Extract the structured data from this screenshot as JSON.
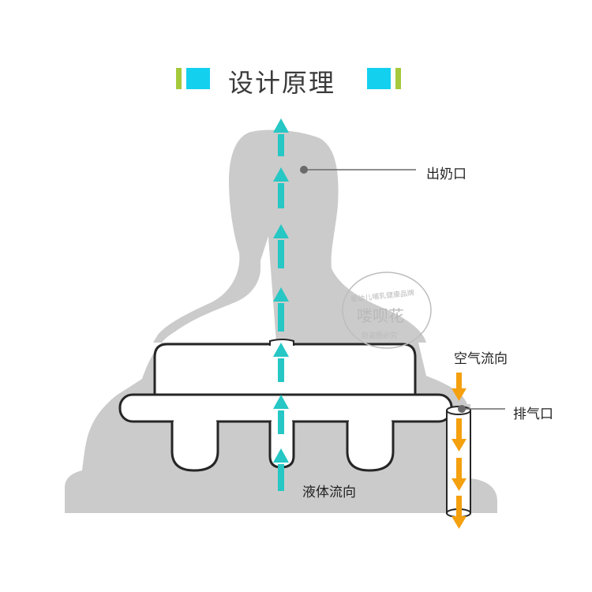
{
  "title": {
    "text": "设计原理",
    "accent_green": "#a6c93c",
    "accent_cyan": "#14d0ef"
  },
  "labels": {
    "milk_outlet": "出奶口",
    "air_flow": "空气流向",
    "air_vent": "排气口",
    "liquid_flow": "液体流向"
  },
  "watermark": {
    "line1": "婴幼儿哺乳健康品牌",
    "line2": "喽呗花",
    "line3": "防盗图必究"
  },
  "colors": {
    "silhouette": "#cbcbcb",
    "liquid_arrow": "#26c7c4",
    "air_arrow": "#f5a00e",
    "outline": "#262626",
    "pointer": "#6a6a6a"
  }
}
